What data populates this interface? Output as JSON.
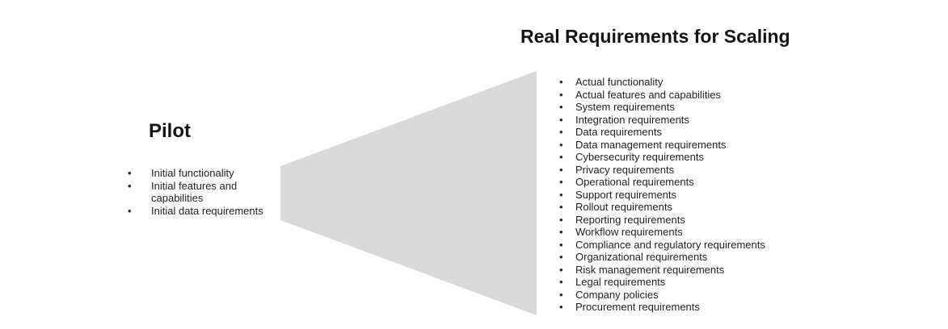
{
  "diagram": {
    "pilot": {
      "title": "Pilot",
      "items": [
        "Initial functionality",
        "Initial features and capabilities",
        "Initial data requirements"
      ]
    },
    "scaling": {
      "title": "Real Requirements for Scaling",
      "items": [
        "Actual functionality",
        "Actual features and capabilities",
        "System requirements",
        "Integration requirements",
        "Data requirements",
        "Data management requirements",
        "Cybersecurity requirements",
        "Privacy requirements",
        "Operational requirements",
        "Support requirements",
        "Rollout requirements",
        "Reporting requirements",
        "Workflow requirements",
        "Compliance and regulatory requirements",
        "Organizational requirements",
        "Risk management requirements",
        "Legal requirements",
        "Company policies",
        "Procurement requirements"
      ]
    },
    "funnel": {
      "color": "#d9d9d9"
    },
    "bullet_glyph": "•"
  }
}
